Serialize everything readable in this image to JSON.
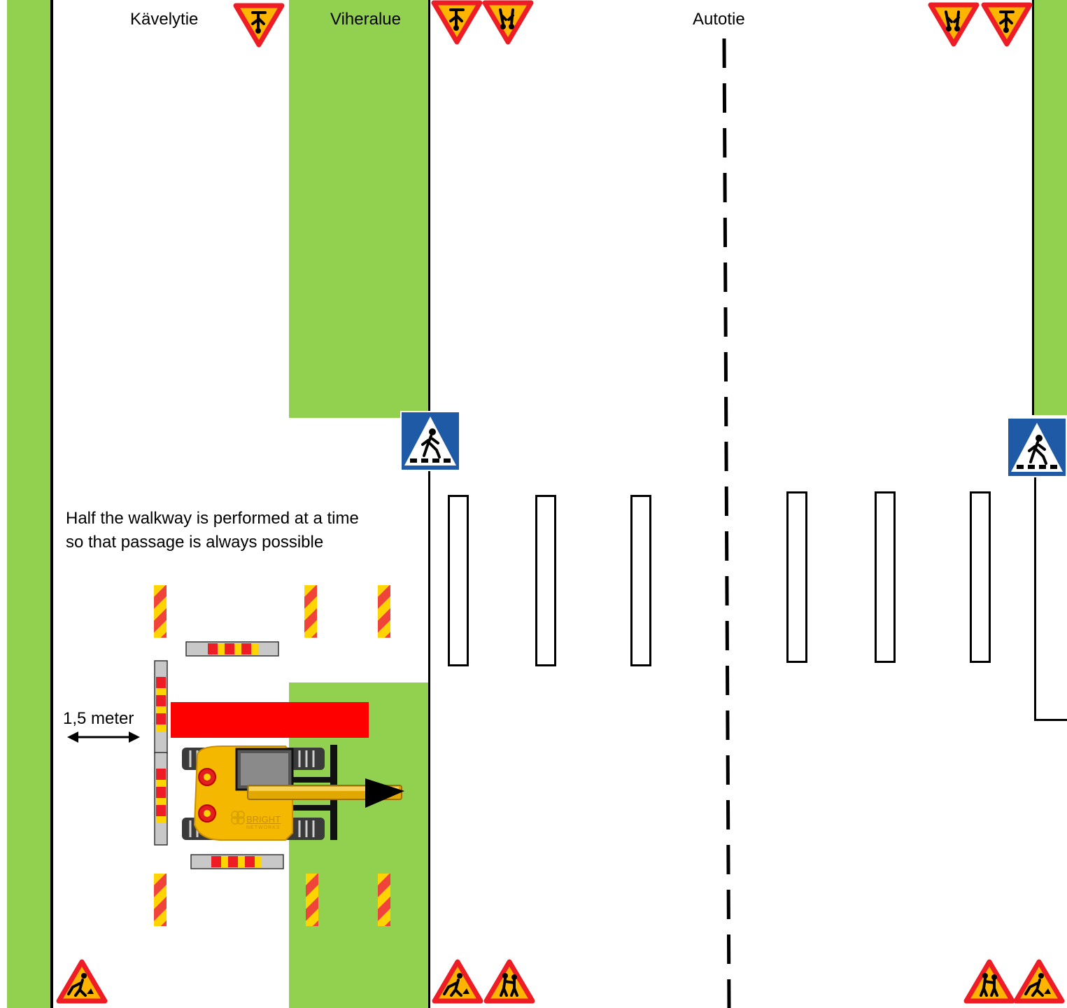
{
  "labels": {
    "walkway": "Kävelytie",
    "green_area": "Viheralue",
    "road": "Autotie",
    "note_line1": "Half the walkway is performed at a time",
    "note_line2": "so that passage is always possible",
    "distance": "1,5 meter",
    "brand": "BRIGHT",
    "brand_sub": "NETWORKS"
  },
  "colors": {
    "grass": "#92d050",
    "barrier_red": "#ff0000",
    "stripe_yellow": "#ffd400",
    "stripe_red": "#f0433a",
    "machine_yellow": "#f5b800",
    "sign_blue": "#1f5aa6"
  },
  "icons": {
    "top_signs": [
      "yield-warning-sign",
      "yield-warning-sign",
      "yield-warning-sign",
      "yield-warning-sign",
      "yield-warning-sign"
    ],
    "bottom_signs": [
      "roadwork-sign",
      "roadwork-sign",
      "children-sign",
      "children-sign",
      "roadwork-sign"
    ],
    "crossing_signs": [
      "pedestrian-crossing-sign",
      "pedestrian-crossing-sign"
    ]
  }
}
